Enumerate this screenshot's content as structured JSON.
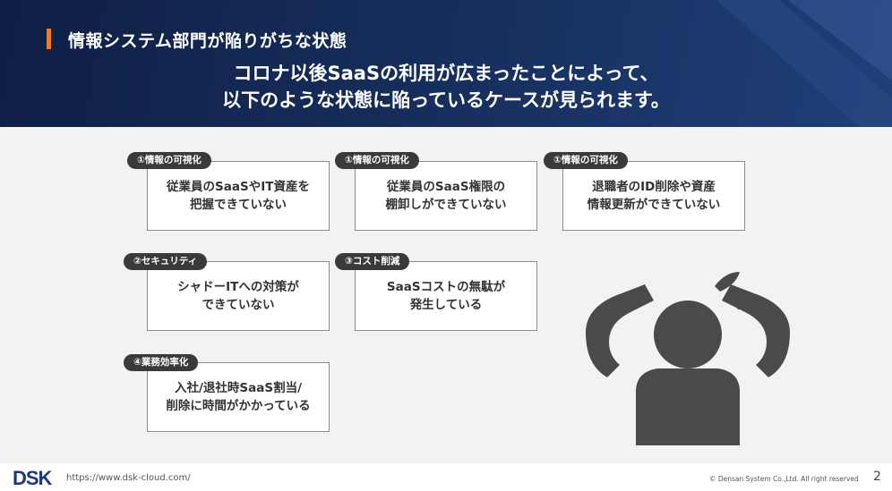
{
  "header": {
    "title": "情報システム部門が陥りがちな状態",
    "lead_line1": "コロナ以後SaaSの利用が広まったことによって、",
    "lead_line2": "以下のような状態に陥っているケースが見られます。"
  },
  "cards": [
    {
      "tag": "①情報の可視化",
      "line1": "従業員のSaaSやIT資産を",
      "line2": "把握できていない"
    },
    {
      "tag": "①情報の可視化",
      "line1": "従業員のSaaS権限の",
      "line2": "棚卸しができていない"
    },
    {
      "tag": "①情報の可視化",
      "line1": "退職者のID削除や資産",
      "line2": "情報更新ができていない"
    },
    {
      "tag": "②セキュリティ",
      "line1": "シャドーITへの対策が",
      "line2": "できていない"
    },
    {
      "tag": "③コスト削減",
      "line1": "SaaSコストの無駄が",
      "line2": "発生している"
    },
    {
      "tag": "④業務効率化",
      "line1": "入社/退社時SaaS割当/",
      "line2": "削除に時間がかかっている"
    }
  ],
  "illustration": {
    "icon": "stressed-person-icon",
    "color": "#4a4a4a"
  },
  "footer": {
    "logo_text": "DSK",
    "url": "https://www.dsk-cloud.com/",
    "copyright": "© Densan System Co.,Ltd. All right reserved",
    "page_number": "2"
  },
  "colors": {
    "header_bg": "#17305f",
    "accent": "#ee7b2a",
    "tag_bg": "#3a3a3a",
    "page_bg": "#f2f2f2"
  }
}
